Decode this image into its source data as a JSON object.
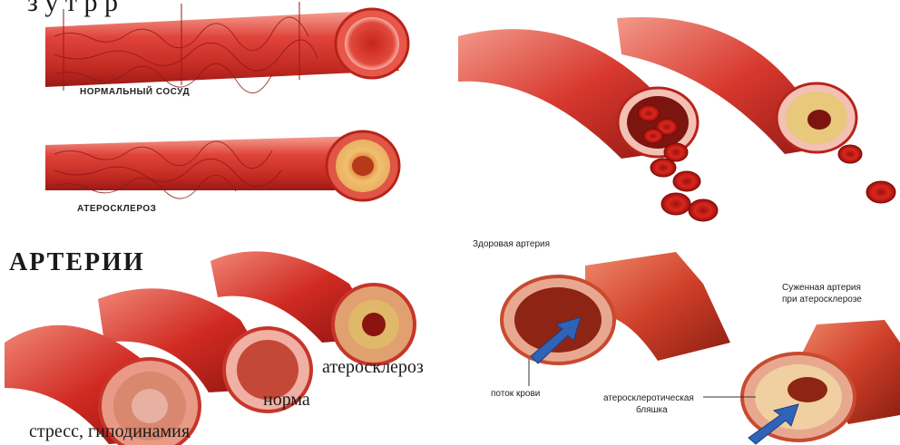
{
  "top_caption": "з у т р р",
  "panel_top_left": {
    "normal_label": "НОРМАЛЬНЫЙ СОСУД",
    "atherosclerosis_label": "АТЕРОСКЛЕРОЗ"
  },
  "panel_bottom_left": {
    "title": "АРТЕРИИ",
    "stress_label": "стресс, гиподинамия",
    "norm_label": "норма",
    "athero_label": "атеросклероз"
  },
  "panel_bottom_right": {
    "healthy_label": "Здоровая артерия",
    "narrowed_label_line1": "Суженная артерия",
    "narrowed_label_line2": "при атеросклерозе",
    "blood_flow_label": "поток крови",
    "plaque_label_line1": "атеросклеротическая",
    "plaque_label_line2": "бляшка"
  },
  "colors": {
    "vessel_red": "#d8322a",
    "vessel_light": "#f07a6a",
    "vessel_dark": "#8e1812",
    "plaque_yellow": "#e8c87a",
    "flow_arrow": "#2f63b8"
  }
}
